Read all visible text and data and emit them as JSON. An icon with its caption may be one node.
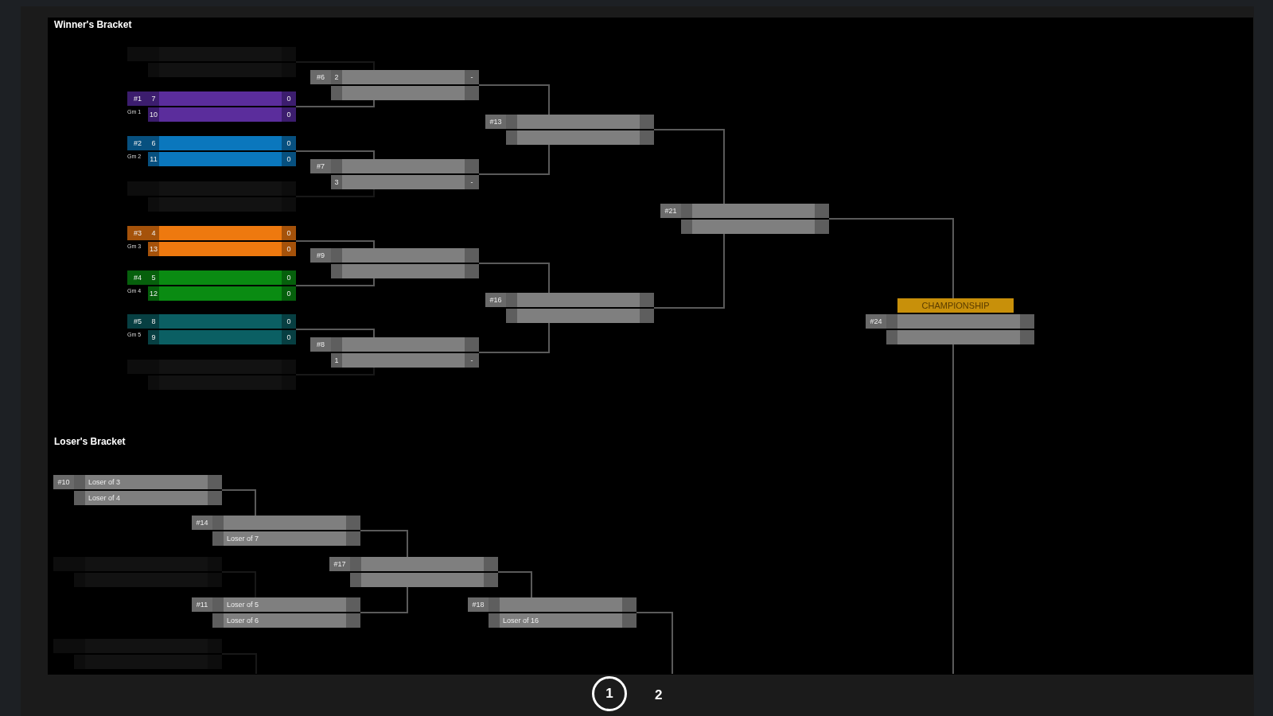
{
  "diagram": {
    "nodes": [
      {
        "text": [],
        "shape": "bar"
      },
      {
        "text": [
          "#1",
          "7",
          "0",
          "Gm 1",
          "10",
          "0"
        ]
      },
      {
        "text": [
          "#2",
          "6",
          "0",
          "Gm 2",
          "11",
          "0"
        ]
      },
      {
        "text": [],
        "shape": "bar"
      },
      {
        "text": [
          "#3",
          "4",
          "0",
          "Gm 3",
          "13",
          "0"
        ]
      },
      {
        "text": [
          "#4",
          "5",
          "0",
          "Gm 4",
          "12",
          "0"
        ]
      },
      {
        "text": [
          "#5",
          "8",
          "0",
          "Gm 5",
          "9",
          "0"
        ]
      },
      {
        "text": [],
        "shape": "bar"
      },
      {
        "text": [
          "#6",
          "2",
          "-"
        ]
      },
      {
        "text": [
          "#7",
          "3",
          "-"
        ]
      },
      {
        "text": [
          "#9"
        ]
      },
      {
        "text": [
          "#8",
          "1",
          "-"
        ]
      },
      {
        "text": [
          "#13"
        ]
      },
      {
        "text": [
          "#16"
        ]
      },
      {
        "text": [
          "#21"
        ]
      },
      {
        "text": [
          "CHAMPIONSHIP",
          "#24"
        ]
      },
      {
        "text": [
          "#10",
          "Loser of 3",
          "Loser of 4"
        ]
      },
      {
        "text": [],
        "shape": "bar"
      },
      {
        "text": [],
        "shape": "bar"
      },
      {
        "text": [
          "#14",
          "Loser of 7"
        ]
      },
      {
        "text": [
          "#11",
          "Loser of 5",
          "Loser of 6"
        ]
      },
      {
        "text": [
          "#17"
        ]
      },
      {
        "text": [
          "#18",
          "Loser of 16"
        ]
      }
    ],
    "edges": [
      {
        "from": 0,
        "to": 8,
        "arrow": "none",
        "color": "#181818"
      },
      {
        "from": 1,
        "to": 8,
        "arrow": "none"
      },
      {
        "from": 2,
        "to": 9,
        "arrow": "none"
      },
      {
        "from": 3,
        "to": 9,
        "arrow": "none",
        "color": "#181818"
      },
      {
        "from": 4,
        "to": 10,
        "arrow": "none"
      },
      {
        "from": 5,
        "to": 10,
        "arrow": "none"
      },
      {
        "from": 6,
        "to": 11,
        "arrow": "none"
      },
      {
        "from": 7,
        "to": 11,
        "arrow": "none",
        "color": "#181818"
      },
      {
        "from": 8,
        "to": 12,
        "arrow": "none"
      },
      {
        "from": 9,
        "to": 12,
        "arrow": "none"
      },
      {
        "from": 10,
        "to": 13,
        "arrow": "none"
      },
      {
        "from": 11,
        "to": 13,
        "arrow": "none"
      },
      {
        "from": 12,
        "to": 14,
        "arrow": "none"
      },
      {
        "from": 13,
        "to": 14,
        "arrow": "none"
      },
      {
        "from": 14,
        "to": 15,
        "arrow": "none"
      },
      {
        "from": 15,
        "to": null,
        "arrow": "none"
      },
      {
        "from": 16,
        "to": 19,
        "arrow": "none"
      },
      {
        "from": 17,
        "to": 20,
        "arrow": "none",
        "color": "#181818"
      },
      {
        "from": 18,
        "to": null,
        "arrow": "none",
        "color": "#181818"
      },
      {
        "from": 19,
        "to": 21,
        "arrow": "none"
      },
      {
        "from": 20,
        "to": 21,
        "arrow": "none"
      },
      {
        "from": 21,
        "to": 22,
        "arrow": "none"
      },
      {
        "from": 22,
        "to": null,
        "arrow": "none"
      }
    ],
    "labels": [
      "Winner's Bracket",
      "Loser's Bracket",
      "1",
      "2"
    ]
  }
}
